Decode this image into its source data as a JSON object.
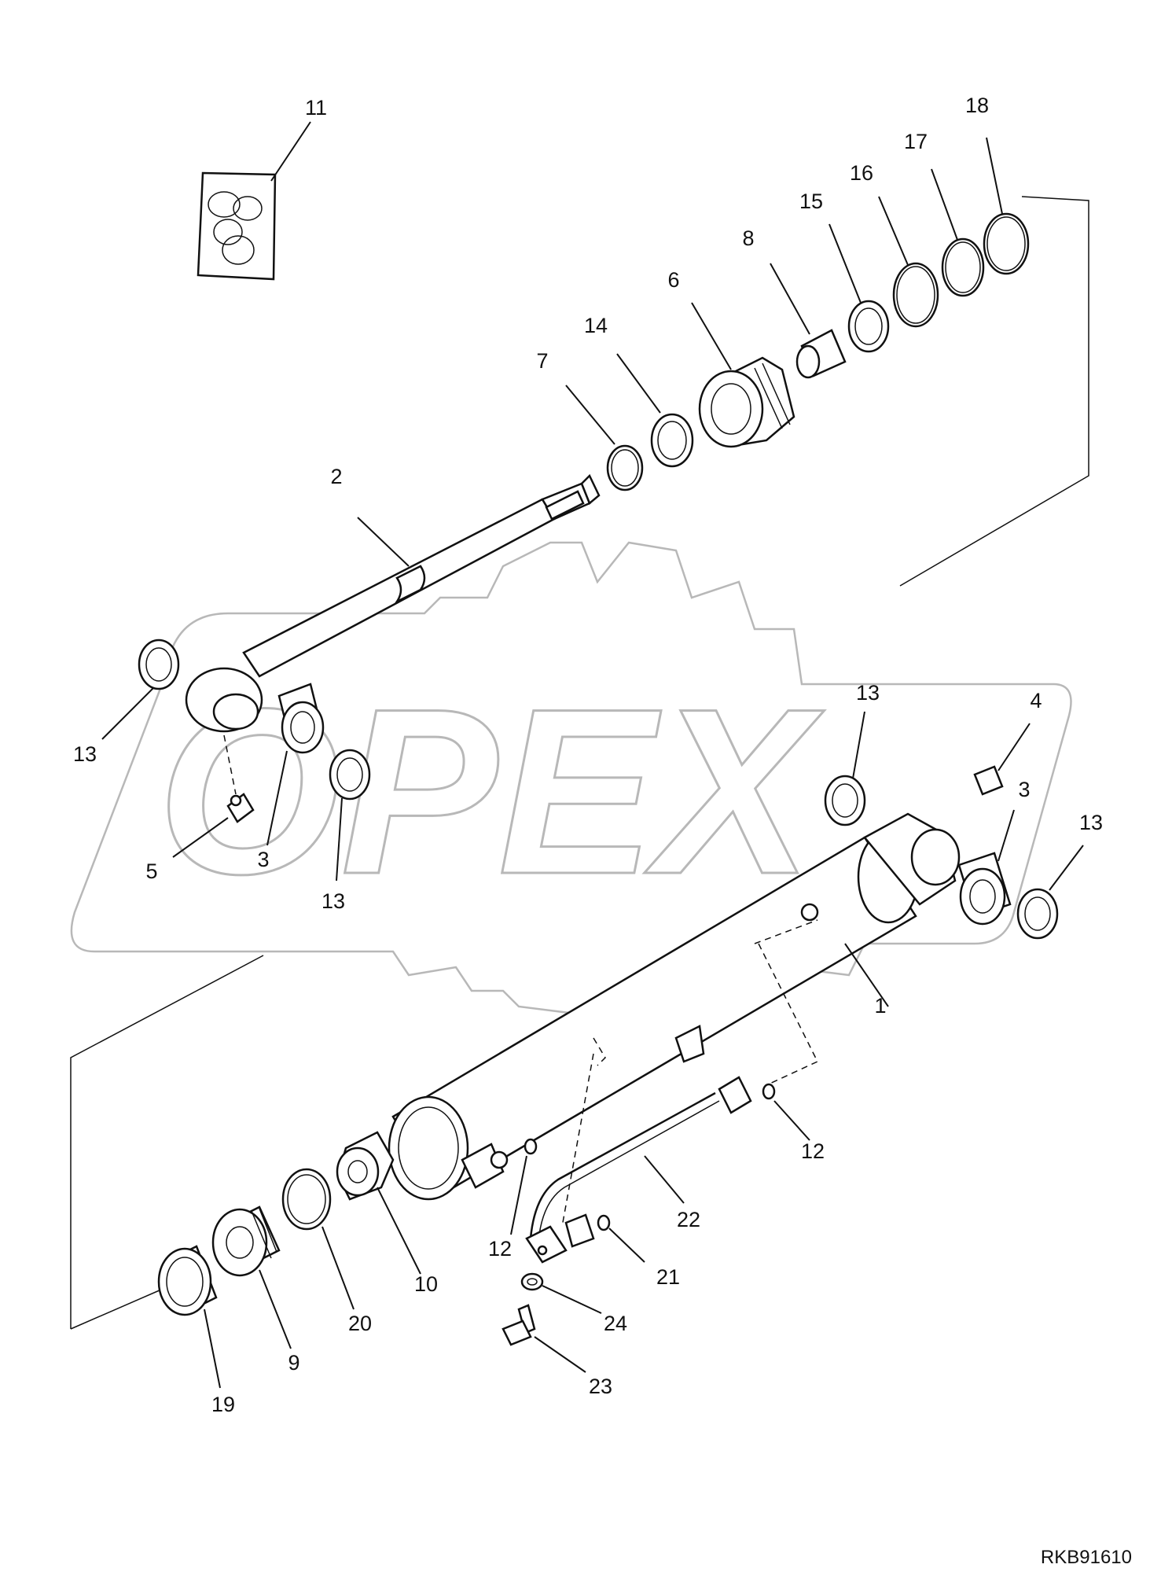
{
  "watermark": {
    "text": "OPEX",
    "color": "#b8b8b8"
  },
  "reference_code": "RKB91610",
  "line_color": "#111111",
  "part_labels": {
    "p1": "1",
    "p2": "2",
    "p3a": "3",
    "p3b": "3",
    "p4": "4",
    "p5": "5",
    "p6": "6",
    "p7": "7",
    "p8": "8",
    "p9": "9",
    "p10": "10",
    "p11": "11",
    "p12a": "12",
    "p12b": "12",
    "p13a": "13",
    "p13b": "13",
    "p13c": "13",
    "p13d": "13",
    "p14": "14",
    "p15": "15",
    "p16": "16",
    "p17": "17",
    "p18": "18",
    "p19": "19",
    "p20": "20",
    "p21": "21",
    "p22": "22",
    "p23": "23",
    "p24": "24"
  }
}
